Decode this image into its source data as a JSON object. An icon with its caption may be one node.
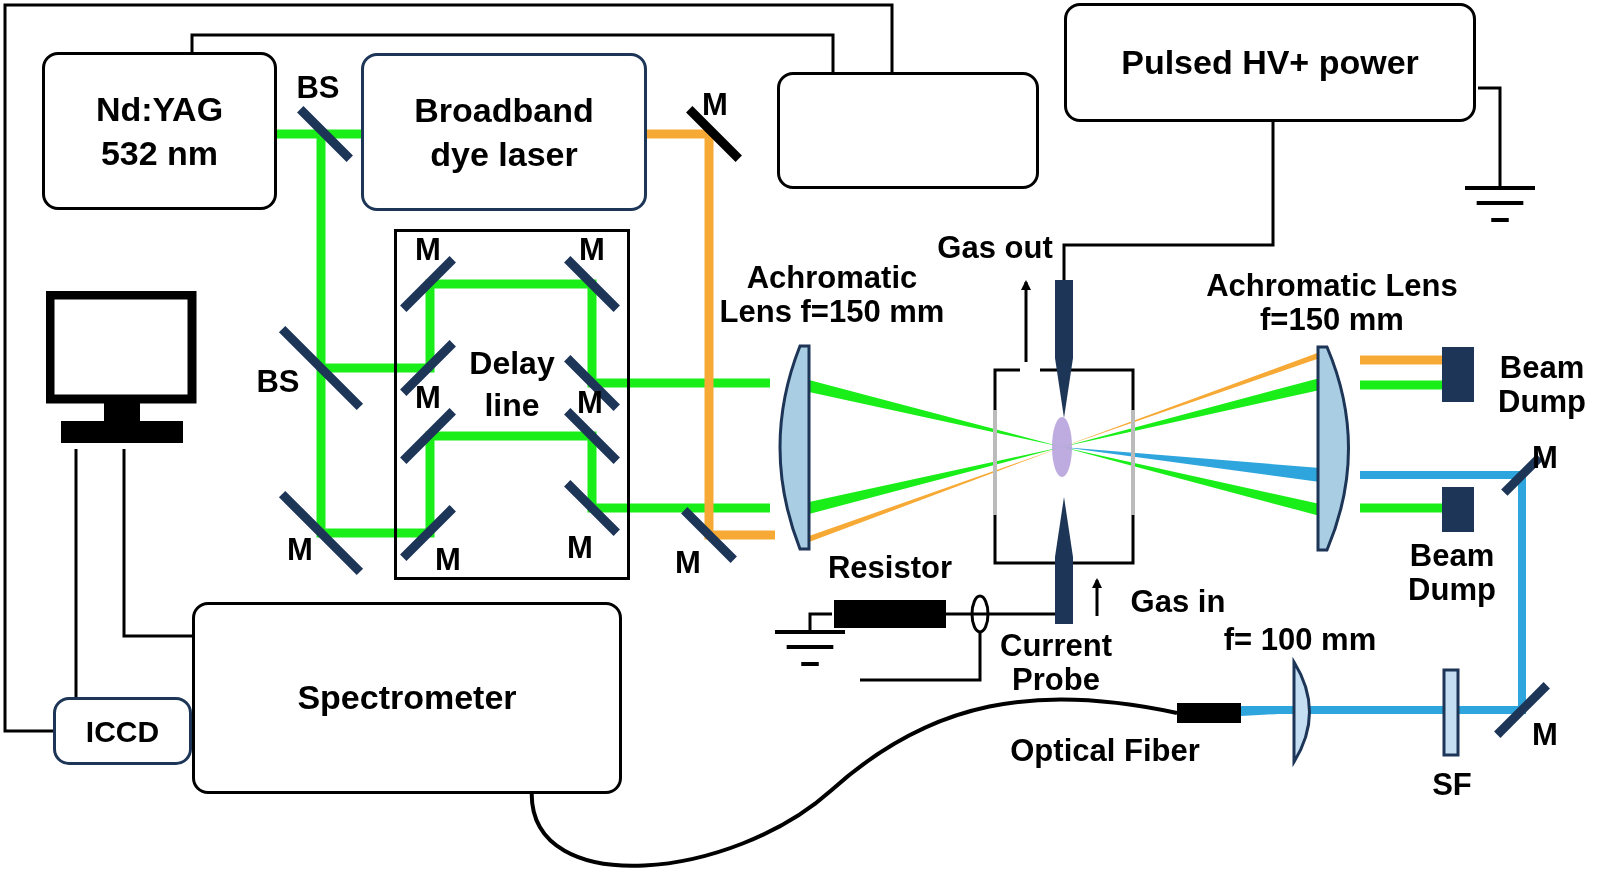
{
  "diagram": {
    "nodes": [
      {
        "text": [
          "Nd:YAG 532 nm"
        ]
      },
      {
        "text": [
          "Broadband dye laser"
        ]
      },
      {
        "text": [],
        "shape": "box"
      },
      {
        "text": [
          "Pulsed HV+ power"
        ]
      },
      {
        "text": [
          "Delay line"
        ]
      },
      {
        "text": [],
        "shape": "computer"
      },
      {
        "text": [],
        "shape": "bar"
      },
      {
        "text": [],
        "shape": "bar"
      },
      {
        "text": [
          "Resistor"
        ]
      },
      {
        "text": [],
        "shape": "bar"
      },
      {
        "text": [
          "Spectrometer"
        ]
      },
      {
        "text": [
          "ICCD"
        ]
      }
    ],
    "edges": [
      {
        "from": 0,
        "to": 2,
        "arrow": "none"
      },
      {
        "from": 2,
        "to": 11,
        "arrow": "none"
      },
      {
        "from": 5,
        "to": 11,
        "arrow": "none"
      },
      {
        "from": 5,
        "to": 10,
        "arrow": "none"
      },
      {
        "from": 3,
        "to": 6,
        "arrow": "none"
      },
      {
        "from": 7,
        "to": 8,
        "arrow": "none"
      },
      {
        "from": 10,
        "to": 9,
        "arrow": "none"
      }
    ],
    "labels": [
      "BS",
      "M",
      "M",
      "M",
      "Achromatic Lens f=150 mm",
      "Gas out",
      "Achromatic Lens f=150 mm",
      "BS",
      "M",
      "M",
      "Beam Dump",
      "M",
      "M",
      "M",
      "M",
      "Beam Dump",
      "M",
      "Gas in",
      "Current Probe",
      "f= 100 mm",
      "Optical Fiber",
      "M",
      "SF"
    ]
  }
}
